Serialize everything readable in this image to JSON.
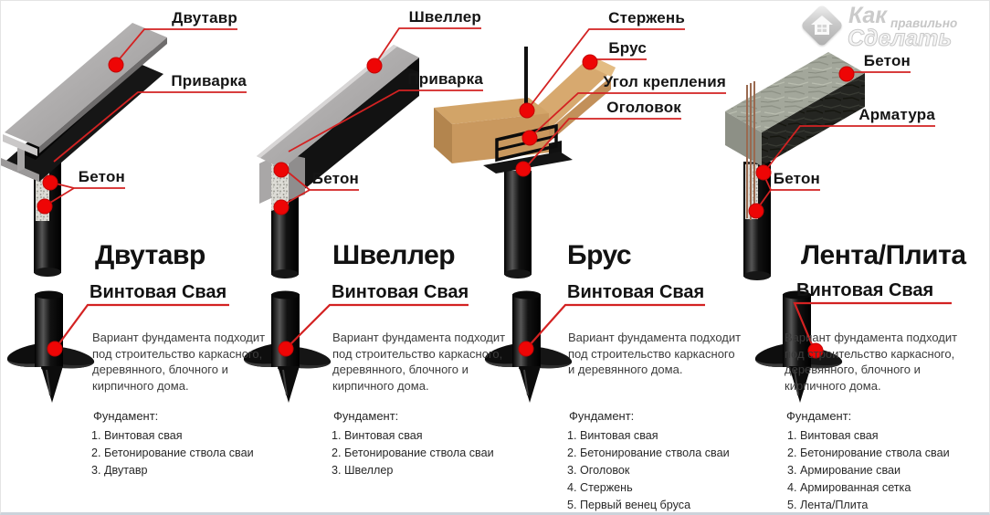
{
  "watermark": {
    "word1": "Как",
    "word2": "правильно",
    "word3": "Сделать"
  },
  "palette": {
    "accent_red": "#d32222",
    "dot_red": "#ee0505",
    "steel_gray": "#b3b1b1",
    "wood_tan": "#cfa063",
    "concrete_gray": "#a3a79b",
    "text_black": "#151515",
    "watermark_gray": "#cfcfcf"
  },
  "columns": [
    {
      "title": "Двутавр",
      "subtitle": "Винтовая Свая",
      "callouts": [
        "Двутавр",
        "Приварка",
        "Бетон"
      ],
      "description": "Вариант фундамента подходит под строительство каркасного, деревянного, блочного и кирпичного дома.",
      "foundation_label": "Фундамент:",
      "foundation_steps": [
        "1. Винтовая свая",
        "2. Бетонирование ствола сваи",
        "3. Двутавр"
      ]
    },
    {
      "title": "Швеллер",
      "subtitle": "Винтовая Свая",
      "callouts": [
        "Швеллер",
        "Приварка",
        "Бетон"
      ],
      "description": "Вариант фундамента подходит под строительство каркасного, деревянного, блочного и кирпичного дома.",
      "foundation_label": "Фундамент:",
      "foundation_steps": [
        "1. Винтовая свая",
        "2. Бетонирование ствола сваи",
        "3. Швеллер"
      ]
    },
    {
      "title": "Брус",
      "subtitle": "Винтовая Свая",
      "callouts": [
        "Стержень",
        "Брус",
        "Угол крепления",
        "Оголовок"
      ],
      "description": "Вариант фундамента подходит под строительство каркасного и деревянного дома.",
      "foundation_label": "Фундамент:",
      "foundation_steps": [
        "1. Винтовая свая",
        "2. Бетонирование ствола сваи",
        "3. Оголовок",
        "4. Стержень",
        "5. Первый венец бруса"
      ]
    },
    {
      "title": "Лента/Плита",
      "subtitle": "Винтовая Свая",
      "callouts": [
        "Бетон",
        "Арматура",
        "Бетон"
      ],
      "description": "Вариант фундамента подходит под строительство каркасного, деревянного, блочного и кирпичного дома.",
      "foundation_label": "Фундамент:",
      "foundation_steps": [
        "1. Винтовая свая",
        "2. Бетонирование ствола сваи",
        "3. Армирование сваи",
        "4. Армированная сетка",
        "5. Лента/Плита"
      ]
    }
  ]
}
